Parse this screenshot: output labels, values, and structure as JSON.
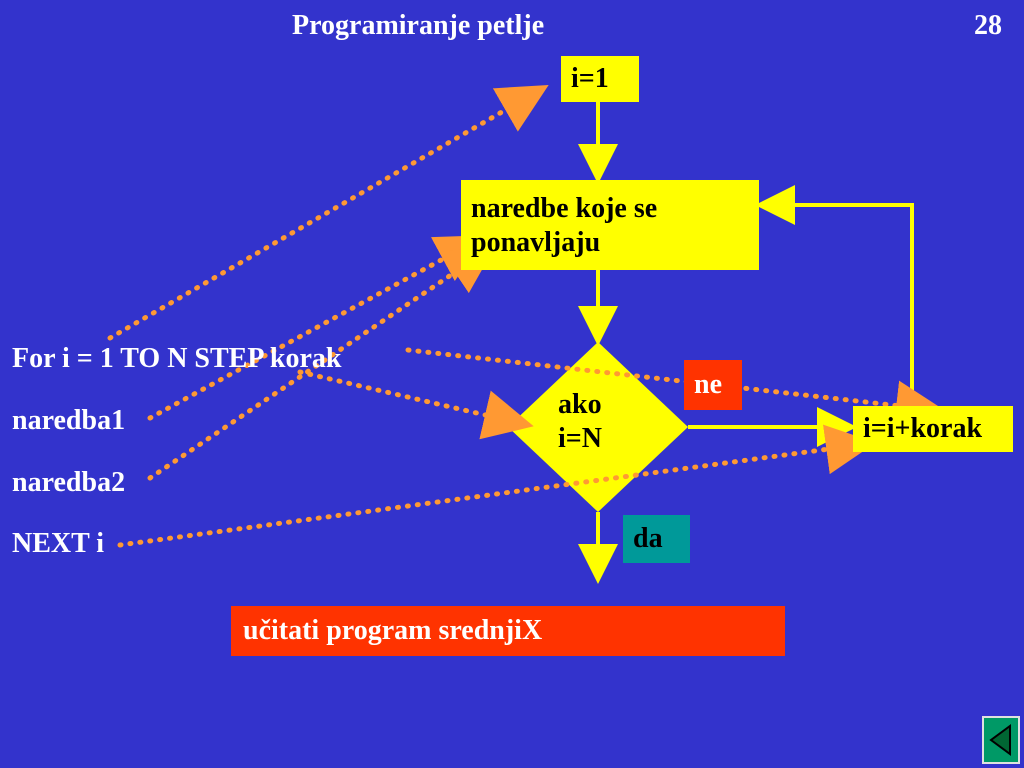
{
  "slide": {
    "title": "Programiranje petlje",
    "number": "28"
  },
  "flowchart": {
    "init": "i=1",
    "body_line1": "naredbe koje se",
    "body_line2": "ponavljaju",
    "condition_line1": "ako",
    "condition_line2": "i=N",
    "no_label": "ne",
    "yes_label": "da",
    "increment": "i=i+korak",
    "next_step": "učitati program srednjiX"
  },
  "code": [
    "For i = 1 TO N STEP korak",
    "naredba1",
    "naredba2",
    "NEXT i"
  ],
  "colors": {
    "background": "#3333cc",
    "box": "#ffff00",
    "arrow": "#ffff00",
    "dotted": "#ff9933",
    "no": "#ff3300",
    "yes": "#009999",
    "next": "#ff3300"
  },
  "nav": {
    "back_icon": "triangle-left-icon"
  }
}
